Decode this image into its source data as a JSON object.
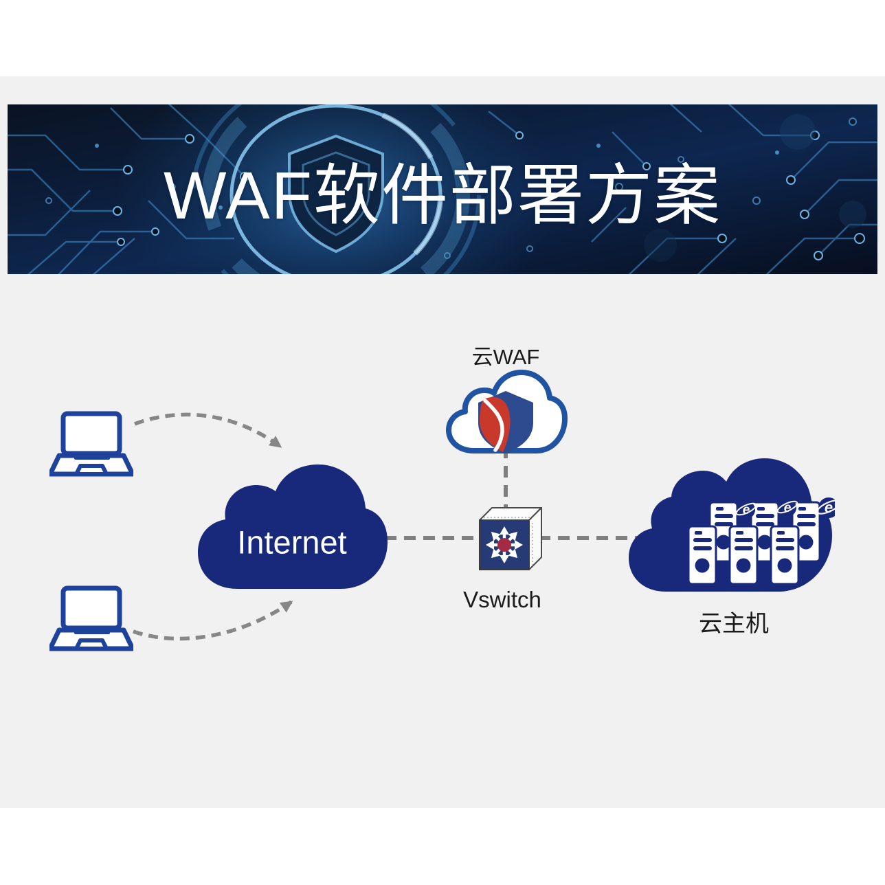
{
  "banner": {
    "title": "WAF软件部署方案"
  },
  "nodes": {
    "internet": {
      "label": "Internet"
    },
    "cloud_waf": {
      "label": "云WAF"
    },
    "vswitch": {
      "label": "Vswitch"
    },
    "cloud_host": {
      "label": "云主机"
    },
    "browser_icon_letter": "e"
  },
  "colors": {
    "page_background": "#ffffff",
    "content_background": "#f1f1f2",
    "banner_background": "#0c1f3e",
    "banner_circuit_blue": "#3c82bd",
    "title_text": "#ffffff",
    "cloud_navy": "#18297c",
    "cloud_waf_outline": "#2153a3",
    "shield_blue": "#2d4b8e",
    "shield_red": "#c9392b",
    "laptop_blue": "#1e429b",
    "vswitch_navy": "#263a76",
    "vswitch_red": "#a52a43",
    "connector_gray": "#7f7f7f",
    "label_text": "#1a1a1a"
  }
}
